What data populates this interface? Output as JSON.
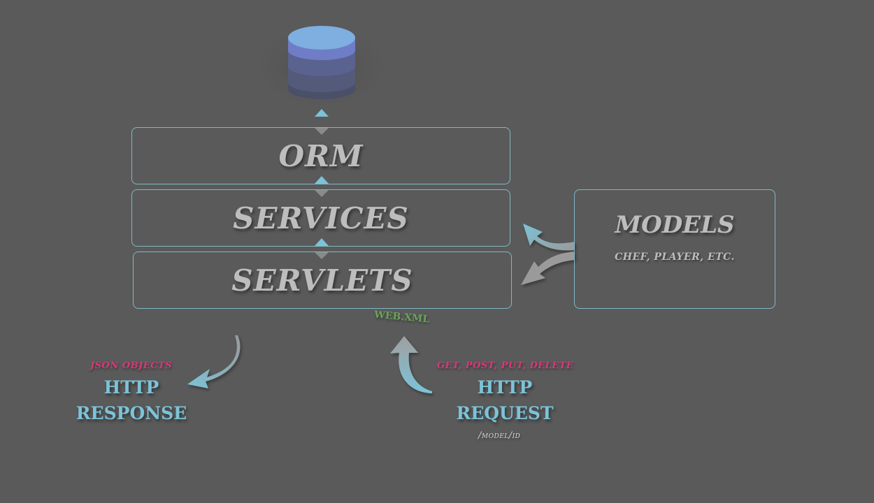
{
  "layers": {
    "orm": "ORM",
    "services": "SERVICES",
    "servlets": "SERVLETS"
  },
  "models": {
    "title": "MODELS",
    "subtitle": "CHEF, PLAYER, ETC."
  },
  "web_xml": "WEB.XML",
  "response": {
    "note": "JSON OBJECTS",
    "line1": "HTTP",
    "line2": "RESPONSE"
  },
  "request": {
    "note": "GET, POST, PUT, DELETE",
    "line1": "HTTP",
    "line2": "REQUEST",
    "path": "/model/id"
  },
  "colors": {
    "background": "#5a5a5a",
    "box_border": "#7fb8c6",
    "label_text": "#bdbdbd",
    "accent_blue": "#7cc3d8",
    "accent_pink": "#d63a78",
    "accent_green": "#6aa35a",
    "arrow_gray": "#9a9a9a"
  },
  "icons": [
    "database-icon",
    "bidirectional-arrow-icon",
    "curved-arrow-icon"
  ]
}
